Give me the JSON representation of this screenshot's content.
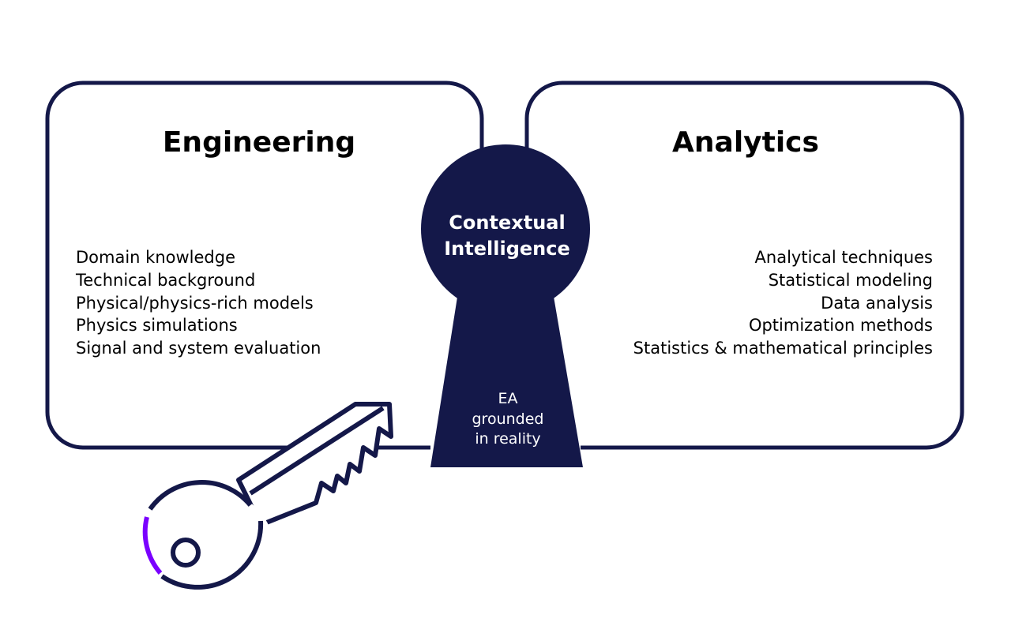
{
  "colors": {
    "navy": "#141849",
    "accent": "#7a00ff",
    "background": "#ffffff"
  },
  "engineering": {
    "title": "Engineering",
    "items": [
      "Domain knowledge",
      "Technical background",
      "Physical/physics-rich models",
      "Physics simulations",
      "Signal and system evaluation"
    ]
  },
  "analytics": {
    "title": "Analytics",
    "items": [
      "Analytical techniques",
      "Statistical modeling",
      "Data analysis",
      "Optimization methods",
      "Statistics & mathematical principles"
    ]
  },
  "keyhole": {
    "title_lines": [
      "Contextual",
      "Intelligence"
    ],
    "subtitle_lines": [
      "EA",
      "grounded",
      "in reality"
    ]
  },
  "icons": {
    "key": "key-icon",
    "keyhole": "keyhole-icon"
  }
}
